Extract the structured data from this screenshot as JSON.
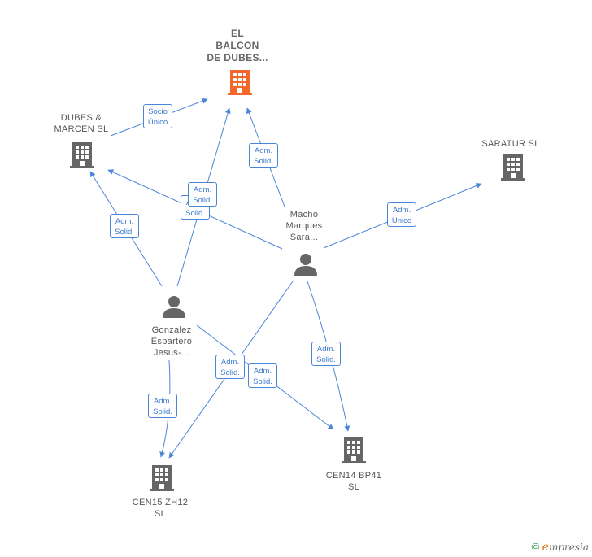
{
  "nodes": {
    "el_balcon": {
      "lines": [
        "EL",
        "BALCON",
        "DE DUBES..."
      ],
      "kind": "company",
      "color": "#f4662a"
    },
    "dubes_marcen": {
      "lines": [
        "DUBES &",
        "MARCEN  SL"
      ],
      "kind": "company",
      "color": "#666666"
    },
    "saratur": {
      "lines": [
        "SARATUR  SL"
      ],
      "kind": "company",
      "color": "#666666"
    },
    "macho": {
      "lines": [
        "Macho",
        "Marques",
        "Sara..."
      ],
      "kind": "person",
      "color": "#666666"
    },
    "gonzalez": {
      "lines": [
        "Gonzalez",
        "Espartero",
        "Jesus-..."
      ],
      "kind": "person",
      "color": "#666666"
    },
    "cen14": {
      "lines": [
        "CEN14 BP41",
        "SL"
      ],
      "kind": "company",
      "color": "#666666"
    },
    "cen15": {
      "lines": [
        "CEN15 ZH12",
        "SL"
      ],
      "kind": "company",
      "color": "#666666"
    }
  },
  "edge_labels": {
    "dubes_to_balcon": [
      "Socio",
      "Único"
    ],
    "macho_to_balcon": [
      "Adm.",
      "Solid."
    ],
    "gonzalez_to_balcon": [
      "Adm.",
      "Solid."
    ],
    "macho_to_dubes": [
      "Adm.",
      "Solid."
    ],
    "gonzalez_to_dubes": [
      "Adm.",
      "Solid."
    ],
    "macho_to_saratur": [
      "Adm.",
      "Unico"
    ],
    "macho_to_cen14": [
      "Adm.",
      "Solid."
    ],
    "macho_to_cen15": [
      "Adm.",
      "Solid."
    ],
    "gonzalez_to_cen14": [
      "Adm.",
      "Solid."
    ],
    "gonzalez_to_cen15": [
      "Adm.",
      "Solid."
    ]
  },
  "colors": {
    "edge": "#4a86d8",
    "accent": "#f4662a",
    "icon": "#666666"
  },
  "brand": {
    "copyright": "©",
    "name_initial": "e",
    "name_rest": "mpresia"
  }
}
